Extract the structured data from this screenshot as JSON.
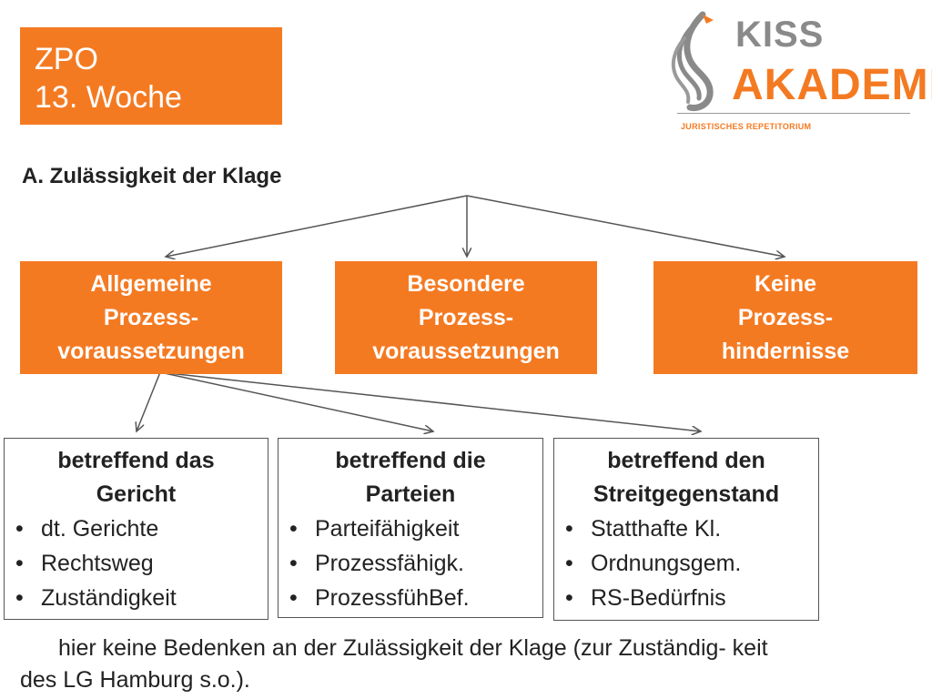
{
  "title": {
    "line1": "ZPO",
    "line2": "13. Woche"
  },
  "logo": {
    "word1": "KISS",
    "word2": "AKADEMIE",
    "tagline": "JURISTISCHES REPETITORIUM"
  },
  "heading": "A. Zulässigkeit der Klage",
  "orange_boxes": [
    {
      "lines": [
        "Allgemeine",
        "Prozess-",
        "voraussetzungen"
      ]
    },
    {
      "lines": [
        "Besondere",
        "Prozess-",
        "voraussetzungen"
      ]
    },
    {
      "lines": [
        "Keine",
        "Prozess-",
        "hindernisse"
      ]
    }
  ],
  "detail_boxes": [
    {
      "heading": [
        "betreffend das",
        "Gericht"
      ],
      "items": [
        "dt. Gerichte",
        "Rechtsweg",
        "Zuständigkeit"
      ]
    },
    {
      "heading": [
        "betreffend die",
        "Parteien"
      ],
      "items": [
        "Parteifähigkeit",
        "Prozessfähigk.",
        "ProzessfühBef."
      ]
    },
    {
      "heading": [
        "betreffend den",
        "Streitgegenstand"
      ],
      "items": [
        "Statthafte Kl.",
        "Ordnungsgem.",
        "RS-Bedürfnis"
      ]
    }
  ],
  "bullet": "•",
  "conclusion": {
    "line1": "hier keine Bedenken an der Zulässigkeit der Klage (zur Zuständig- keit",
    "line2": "des LG Hamburg s.o.)."
  },
  "colors": {
    "accent": "#f47a22",
    "logo_gray": "#8a8a8a",
    "line": "#555555"
  }
}
